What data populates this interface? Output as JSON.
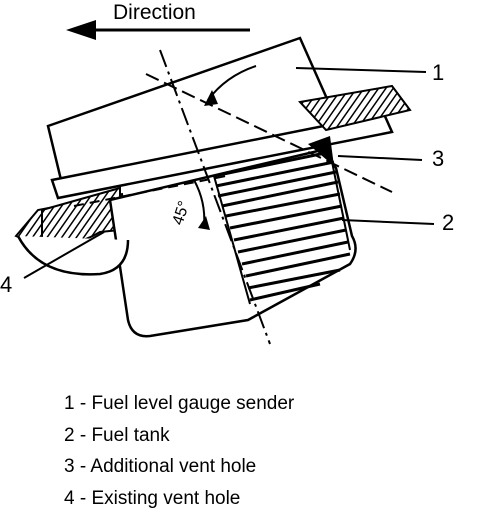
{
  "diagram": {
    "direction_label": "Direction",
    "angle_label": "45°",
    "callouts": [
      "1",
      "2",
      "3",
      "4"
    ]
  },
  "legend": [
    "1 - Fuel level gauge sender",
    "2 - Fuel tank",
    "3 - Additional vent hole",
    "4 - Existing vent hole"
  ]
}
